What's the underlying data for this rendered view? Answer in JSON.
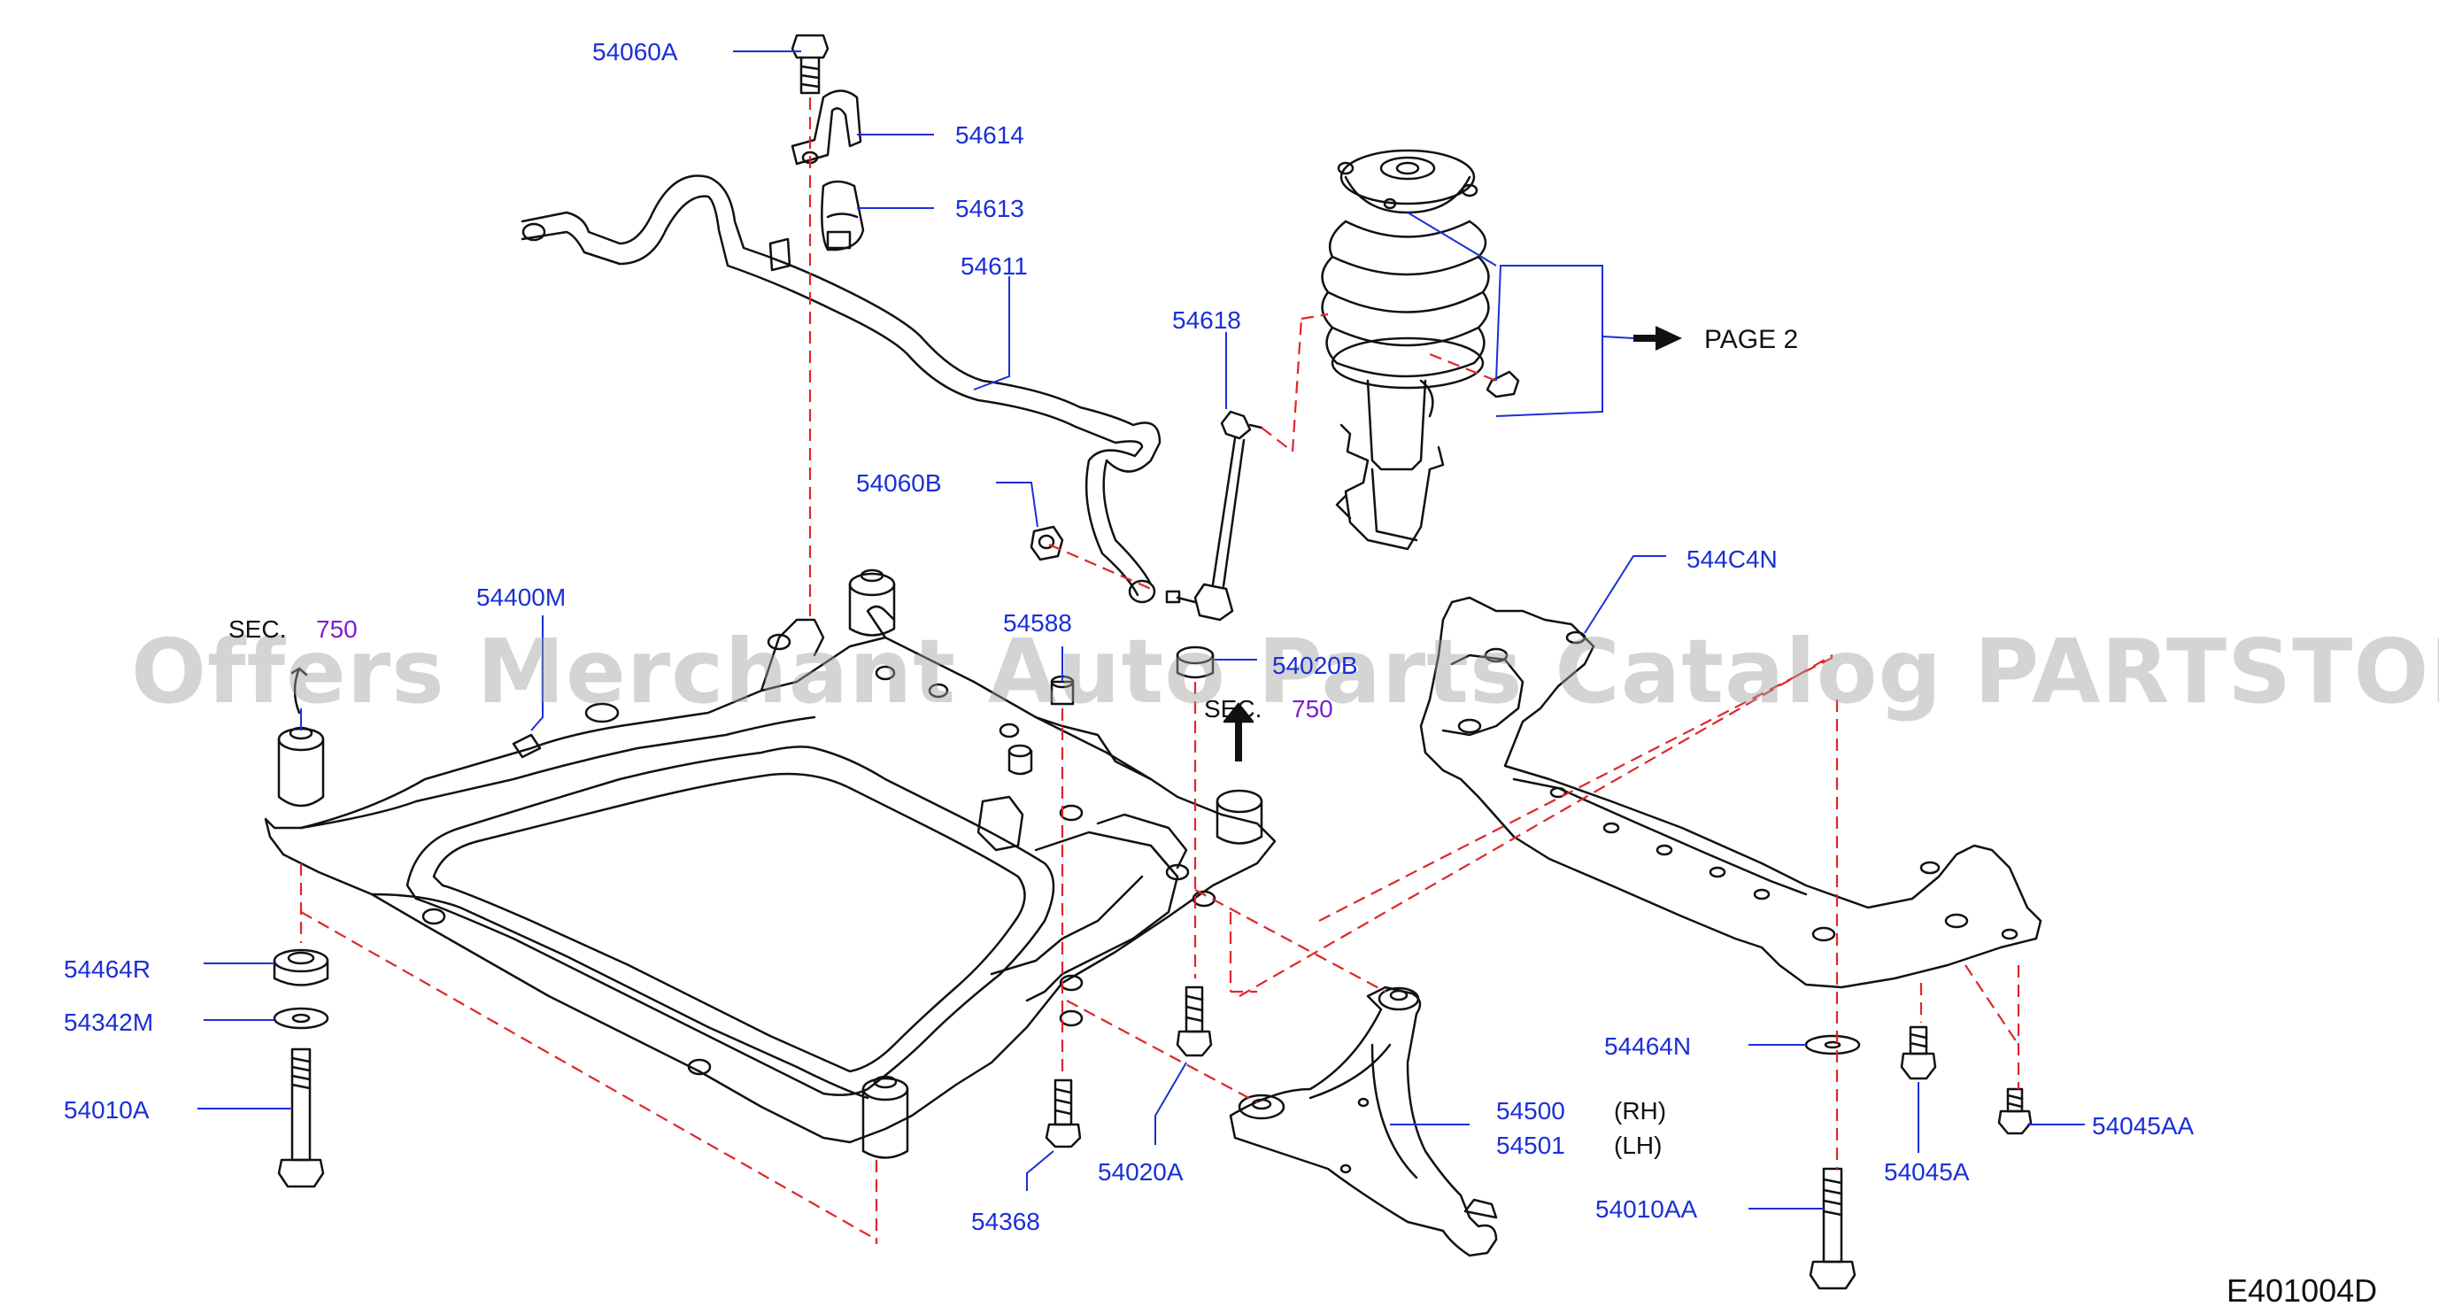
{
  "labels": {
    "p54060A": "54060A",
    "p54614": "54614",
    "p54613": "54613",
    "p54611": "54611",
    "p54618": "54618",
    "p54060B": "54060B",
    "p54400M": "54400M",
    "p54588": "54588",
    "p54020B": "54020B",
    "p544C4N": "544C4N",
    "p54464R": "54464R",
    "p54342M": "54342M",
    "p54010A": "54010A",
    "p54368": "54368",
    "p54020A": "54020A",
    "p54500": "54500",
    "p54501": "54501",
    "p54464N": "54464N",
    "p54010AA": "54010AA",
    "p54045A": "54045A",
    "p54045AA": "54045AA"
  },
  "side_rh": "(RH)",
  "side_lh": "(LH)",
  "sec1_prefix": "SEC.",
  "sec1_num": "750",
  "sec2_prefix": "SEC.",
  "sec2_num": "750",
  "page_ref": "PAGE  2",
  "drawing_id": "E401004D",
  "watermark": "Offers Merchant Auto Parts Catalog PARTSTORE.SA",
  "colors": {
    "label": "#1a2fd6",
    "leader": "#1a2fd6",
    "hidden_line": "#e0262b",
    "section_ref": "#7b1fd0",
    "part_line": "#111111"
  }
}
